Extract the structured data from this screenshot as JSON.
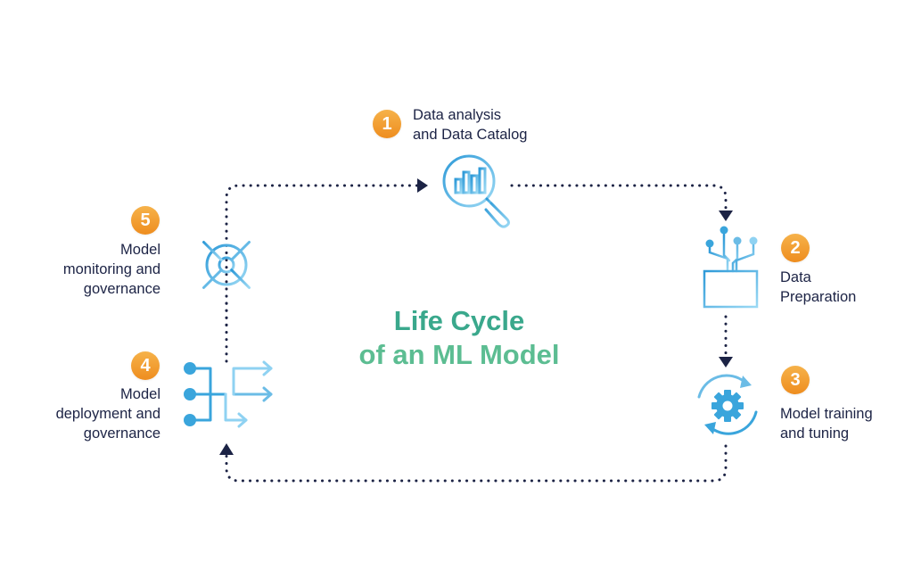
{
  "title": {
    "line1": "Life Cycle",
    "line2": "of an ML Model"
  },
  "steps": [
    {
      "number": "1",
      "lines": [
        "Data analysis",
        "and Data Catalog"
      ],
      "icon": "magnifier-chart-icon"
    },
    {
      "number": "2",
      "lines": [
        "Data",
        "Preparation"
      ],
      "icon": "data-pipeline-icon"
    },
    {
      "number": "3",
      "lines": [
        "Model training",
        "and tuning"
      ],
      "icon": "gear-cycle-icon"
    },
    {
      "number": "4",
      "lines": [
        "Model",
        "deployment and",
        "governance"
      ],
      "icon": "deployment-arrows-icon"
    },
    {
      "number": "5",
      "lines": [
        "Model",
        "monitoring and",
        "governance"
      ],
      "icon": "ship-wheel-icon"
    }
  ],
  "colors": {
    "badge_top": "#f6b24a",
    "badge_bottom": "#ee8d1f",
    "text": "#1c2345",
    "connector": "#1c2345",
    "icon_blue": "#3aa5dc",
    "icon_light": "#8fd2f2",
    "title_start": "#2f9e88",
    "title_end": "#bfe9a9"
  }
}
